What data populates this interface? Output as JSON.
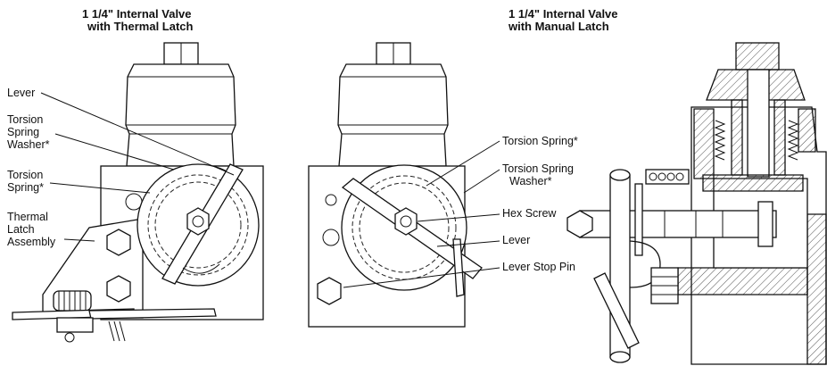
{
  "titles": {
    "left": [
      "1 1/4\" Internal Valve",
      "with Thermal Latch"
    ],
    "right": [
      "1 1/4\" Internal Valve",
      "with Manual Latch"
    ]
  },
  "left_labels": {
    "lever": "Lever",
    "torsion_spring_washer": [
      "Torsion",
      "Spring",
      "Washer*"
    ],
    "torsion_spring": [
      "Torsion",
      "Spring*"
    ],
    "thermal_latch": [
      "Thermal",
      "Latch",
      "Assembly"
    ]
  },
  "right_labels": {
    "torsion_spring": "Torsion Spring*",
    "torsion_spring_washer": [
      "Torsion Spring",
      "Washer*"
    ],
    "hex_screw": "Hex Screw",
    "lever": "Lever",
    "lever_stop_pin": "Lever Stop Pin"
  }
}
